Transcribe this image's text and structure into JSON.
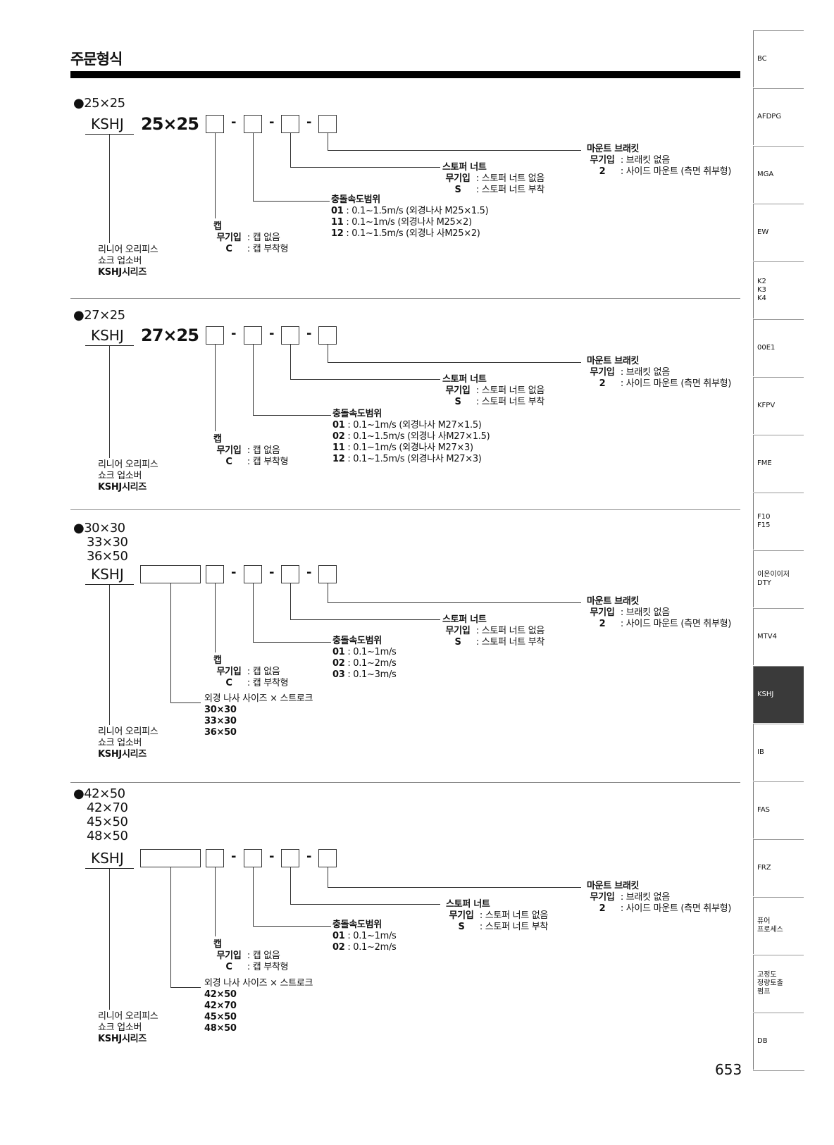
{
  "header": {
    "title": "주문형식"
  },
  "page_number": "653",
  "sidebar": {
    "active_index": 11,
    "items": [
      "BC",
      "AFDPG",
      "MGA",
      "EW",
      "K2\nK3\nK4",
      "00E1",
      "KFPV",
      "FME",
      "F10\nF15",
      "이온이이저\nDTY",
      "MTV4",
      "KSHJ",
      "IB",
      "FAS",
      "FRZ",
      "퓨어\n프로세스",
      "고정도\n정량토출\n펌프",
      "DB"
    ]
  },
  "sections": [
    {
      "bullet_lines": [
        "●25×25"
      ],
      "model": "KSHJ",
      "size": "25×25",
      "dash": "-",
      "mount": {
        "title": "마운트 브래킷",
        "rows": [
          {
            "key": "무기입",
            "value": ": 브래킷 없음"
          },
          {
            "key": "2",
            "value": ": 사이드 마운트 (측면 취부형)"
          }
        ]
      },
      "stopper": {
        "title": "스토퍼 너트",
        "rows": [
          {
            "key": "무기입",
            "value": ": 스토퍼 너트 없음"
          },
          {
            "key": "S",
            "value": ": 스토퍼 너트 부착"
          }
        ]
      },
      "speed": {
        "title": "충돌속도범위",
        "rows": [
          {
            "key": "01",
            "value": " : 0.1~1.5m/s (외경나사 M25×1.5)"
          },
          {
            "key": "11",
            "value": " : 0.1~1m/s (외경나사 M25×2)"
          },
          {
            "key": "12",
            "value": " : 0.1~1.5m/s (외경나 사M25×2)"
          }
        ]
      },
      "cap": {
        "title": "캡",
        "rows": [
          {
            "key": "무기입",
            "value": ": 캡 없음"
          },
          {
            "key": "C",
            "value": ": 캡 부착형"
          }
        ]
      },
      "series": [
        "리니어 오리피스",
        "쇼크 업소버",
        "KSHJ시리즈"
      ]
    },
    {
      "bullet_lines": [
        "●27×25"
      ],
      "model": "KSHJ",
      "size": "27×25",
      "dash": "-",
      "mount": {
        "title": "마운트 브래킷",
        "rows": [
          {
            "key": "무기입",
            "value": ": 브래킷 없음"
          },
          {
            "key": "2",
            "value": ": 사이드 마운트 (측면 취부형)"
          }
        ]
      },
      "stopper": {
        "title": "스토퍼 너트",
        "rows": [
          {
            "key": "무기입",
            "value": ": 스토퍼 너트 없음"
          },
          {
            "key": "S",
            "value": ": 스토퍼 너트 부착"
          }
        ]
      },
      "speed": {
        "title": "충돌속도범위",
        "rows": [
          {
            "key": "01",
            "value": " : 0.1~1m/s (외경나사 M27×1.5)"
          },
          {
            "key": "02",
            "value": " : 0.1~1.5m/s (외경나 사M27×1.5)"
          },
          {
            "key": "11",
            "value": " : 0.1~1m/s (외경나사 M27×3)"
          },
          {
            "key": "12",
            "value": " : 0.1~1.5m/s (외경나사 M27×3)"
          }
        ]
      },
      "cap": {
        "title": "캡",
        "rows": [
          {
            "key": "무기입",
            "value": ": 캡 없음"
          },
          {
            "key": "C",
            "value": ": 캡 부착형"
          }
        ]
      },
      "series": [
        "리니어 오리피스",
        "쇼크 업소버",
        "KSHJ시리즈"
      ]
    },
    {
      "bullet_lines": [
        "●30×30",
        "33×30",
        "36×50"
      ],
      "model": "KSHJ",
      "dash": "-",
      "mount": {
        "title": "마운트 브래킷",
        "rows": [
          {
            "key": "무기입",
            "value": ": 브래킷 없음"
          },
          {
            "key": "2",
            "value": ": 사이드 마운트 (측면 취부형)"
          }
        ]
      },
      "stopper": {
        "title": "스토퍼 너트",
        "rows": [
          {
            "key": "무기입",
            "value": ": 스토퍼 너트 없음"
          },
          {
            "key": "S",
            "value": ": 스토퍼 너트 부착"
          }
        ]
      },
      "speed": {
        "title": "충돌속도범위",
        "rows": [
          {
            "key": "01",
            "value": " : 0.1~1m/s"
          },
          {
            "key": "02",
            "value": " : 0.1~2m/s"
          },
          {
            "key": "03",
            "value": " : 0.1~3m/s"
          }
        ]
      },
      "cap": {
        "title": "캡",
        "rows": [
          {
            "key": "무기입",
            "value": ": 캡 없음"
          },
          {
            "key": "C",
            "value": ": 캡 부착형"
          }
        ]
      },
      "ext": {
        "title": "외경 나사 사이즈 × 스트로크",
        "values": [
          "30×30",
          "33×30",
          "36×50"
        ]
      },
      "series": [
        "리니어 오리피스",
        "쇼크 업소버",
        "KSHJ시리즈"
      ]
    },
    {
      "bullet_lines": [
        "●42×50",
        "42×70",
        "45×50",
        "48×50"
      ],
      "model": "KSHJ",
      "dash": "-",
      "mount": {
        "title": "마운트 브래킷",
        "rows": [
          {
            "key": "무기입",
            "value": ": 브래킷 없음"
          },
          {
            "key": "2",
            "value": ": 사이드 마운트 (측면 취부형)"
          }
        ]
      },
      "stopper": {
        "title": "스토퍼 너트",
        "rows": [
          {
            "key": "무기입",
            "value": ": 스토퍼 너트 없음"
          },
          {
            "key": "S",
            "value": ": 스토퍼 너트 부착"
          }
        ]
      },
      "speed": {
        "title": "충돌속도범위",
        "rows": [
          {
            "key": "01",
            "value": " : 0.1~1m/s"
          },
          {
            "key": "02",
            "value": " : 0.1~2m/s"
          }
        ]
      },
      "cap": {
        "title": "캡",
        "rows": [
          {
            "key": "무기입",
            "value": ": 캡 없음"
          },
          {
            "key": "C",
            "value": ": 캡 부착형"
          }
        ]
      },
      "ext": {
        "title": "외경 나사 사이즈 × 스트로크",
        "values": [
          "42×50",
          "42×70",
          "45×50",
          "48×50"
        ]
      },
      "series": [
        "리니어 오리피스",
        "쇼크 업소버",
        "KSHJ시리즈"
      ]
    }
  ]
}
